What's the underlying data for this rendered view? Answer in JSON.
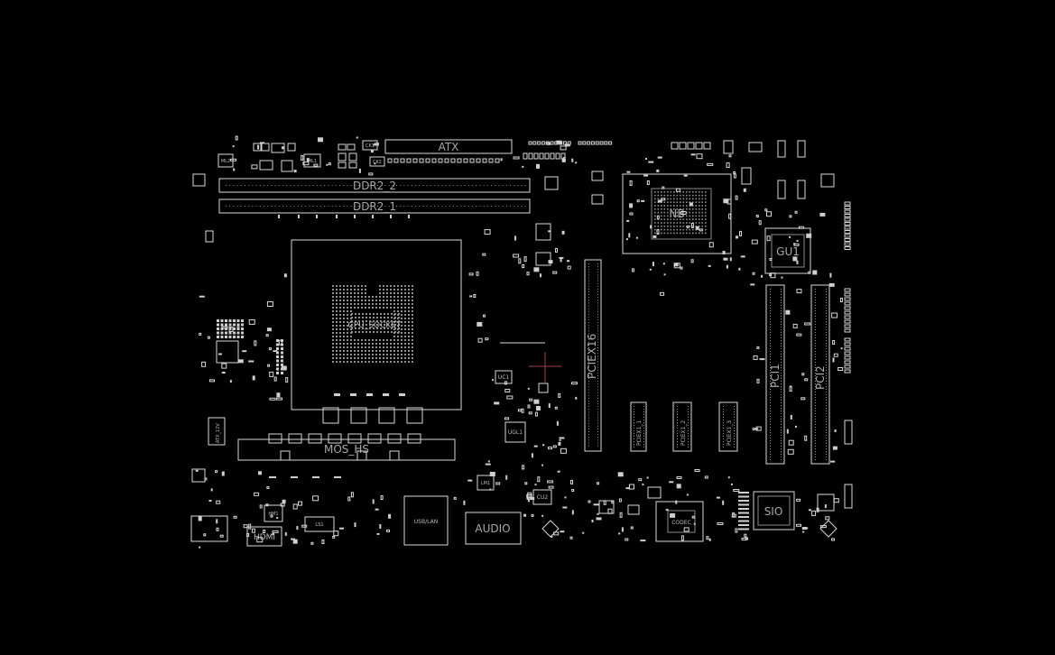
{
  "board": {
    "connectors": {
      "atx": "ATX",
      "ddr2_2": "DDR2_2",
      "ddr2_1": "DDR2_1",
      "mos_hs": "MOS_HS",
      "pciex16": "PCIEX16",
      "pciex1_1": "PCIEX1_1",
      "pciex1_2": "PCIEX1_2",
      "pciex1_3": "PCIEX1_3",
      "pci1": "PCI1",
      "pci2": "PCI2",
      "hdmi": "HDMI",
      "usblan": "USB/LAN",
      "audio": "AUDIO",
      "atx12v": "ATX_12V"
    },
    "chips": {
      "nb": "NB",
      "cpu_socket": "CPU_SOCKET",
      "gu1": "GU1",
      "sio": "SIO",
      "codec": "CODEC",
      "ugl1": "UGL1",
      "uc1": "UC1",
      "cu2": "CU2",
      "ml1": "ML1",
      "ml2": "ML2",
      "ck1": "CK1",
      "ck2": "CK2",
      "hm1": "HM1",
      "lm1": "LM1",
      "ls1": "LS1"
    },
    "colors": {
      "background": "#000000",
      "outline": "#d8d8d8",
      "label": "#a8a8a8",
      "crosshair": "#a04040"
    }
  }
}
